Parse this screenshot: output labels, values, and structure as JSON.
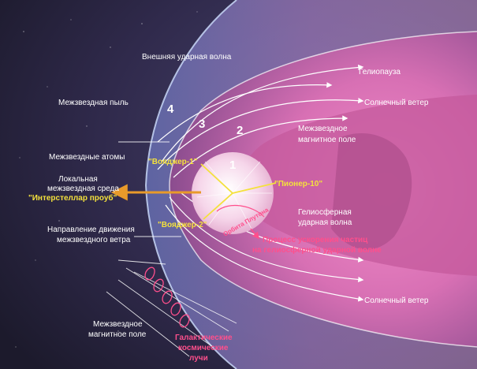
{
  "labels": {
    "outer_shock": "Внешняя ударная волна",
    "heliopause": "Гелиопауза",
    "dust": "Межзвездная пыль",
    "solar_wind_top": "Солнечный ветер",
    "imf_1": "Межзвездное",
    "imf_2": "магнитное поле",
    "atoms": "Межзвездные атомы",
    "lism_1": "Локальная",
    "lism_2": "межзвездная среда",
    "interstellar_probe": "\"Интерстеллар проуб\"",
    "voyager1": "\"Вояджер-1\"",
    "pioneer10": "\"Пионер-10\"",
    "voyager2": "\"Вояджер-2\"",
    "pluto_orbit": "Орбита Плутона",
    "term_shock_1": "Гелиосферная",
    "term_shock_2": "ударная волна",
    "wind_dir_1": "Направление движения",
    "wind_dir_2": "межзвездного ветра",
    "accel_1": "Процесс ускорения частиц",
    "accel_2": "на гелиосферной ударной волне",
    "solar_wind_bottom": "Солнечный ветер",
    "ism_field_1": "Межзвездное",
    "ism_field_2": "магнитное поле",
    "gcr_1": "Галактические",
    "gcr_2": "космические",
    "gcr_3": "лучи",
    "n1": "1",
    "n2": "2",
    "n3": "3",
    "n4": "4"
  },
  "colors": {
    "space": "#2a2440",
    "heliosheath": "#e07ab8",
    "tail": "#c85aa0",
    "sun_sphere": "#f6d6ea",
    "probe_yellow": "#f4e13c",
    "probe_orange": "#e89a2a",
    "accent_pink": "#ff4f8c",
    "shock_blue": "#8fb0e8"
  }
}
